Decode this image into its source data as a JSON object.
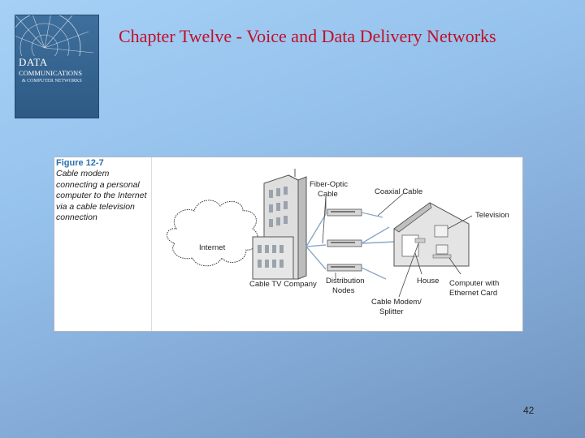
{
  "slide": {
    "title": "Chapter Twelve - Voice and Data Delivery Networks",
    "page_number": "42"
  },
  "book_cover": {
    "title_line1": "DATA",
    "title_line2": "COMMUNICATIONS",
    "title_line3": "& COMPUTER NETWORKS"
  },
  "figure": {
    "number": "Figure 12-7",
    "caption": "Cable modem connecting a personal computer to the Internet via a cable television connection",
    "labels": {
      "internet": "Internet",
      "fiber_optic_line1": "Fiber-Optic",
      "fiber_optic_line2": "Cable",
      "coaxial_cable": "Coaxial Cable",
      "television": "Television",
      "cable_tv_company": "Cable TV Company",
      "distribution_line1": "Distribution",
      "distribution_line2": "Nodes",
      "house": "House",
      "computer_line1": "Computer with",
      "computer_line2": "Ethernet Card",
      "modem_line1": "Cable Modem/",
      "modem_line2": "Splitter"
    }
  }
}
